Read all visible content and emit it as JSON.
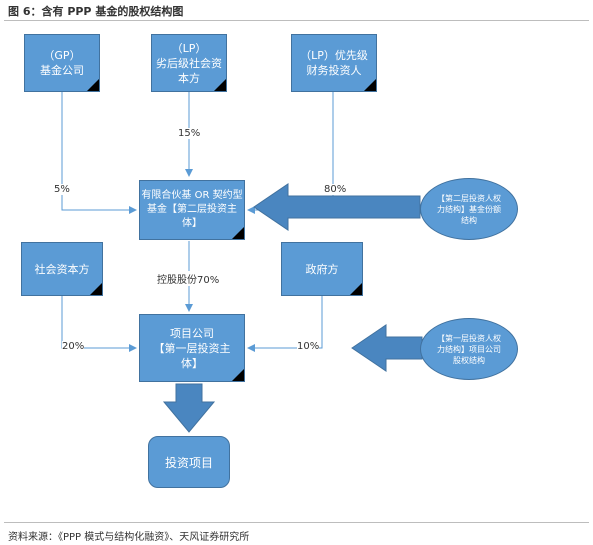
{
  "title": "图 6：含有 PPP 基金的股权结构图",
  "footer": "资料来源：《PPP 模式与结构化融资》、天风证券研究所",
  "boxes": {
    "gp": [
      "（GP）",
      "基金公司"
    ],
    "lp_sub": [
      "（LP）",
      "劣后级社会资",
      "本方"
    ],
    "lp_pri": [
      "（LP）优先级",
      "财务投资人"
    ],
    "fund": [
      "有限合伙基 OR 契约型",
      "基金【第二层投资主",
      "体】"
    ],
    "social": [
      "社会资本方"
    ],
    "gov": [
      "政府方"
    ],
    "project": [
      "项目公司",
      "【第一层投资主",
      "体】"
    ],
    "invest": "投资项目"
  },
  "callouts": {
    "second": [
      "【第二层投资人权",
      "力结构】基金份额",
      "结构"
    ],
    "first": [
      "【第一层投资人权",
      "力结构】项目公司",
      "股权结构"
    ]
  },
  "labels": {
    "pct_15": "15%",
    "pct_5": "5%",
    "pct_80": "80%",
    "holding": "控股股份70%",
    "pct_20": "20%",
    "pct_10": "10%"
  }
}
